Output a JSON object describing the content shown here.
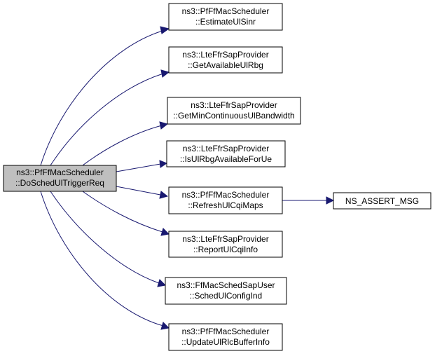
{
  "graph": {
    "edge_color": "#191970",
    "root_fill": "#bfbfbf",
    "root": {
      "id": "root",
      "lines": [
        "ns3::PfFfMacScheduler",
        "::DoSchedUlTriggerReq"
      ]
    },
    "nodes": [
      {
        "id": "estimate",
        "lines": [
          "ns3::PfFfMacScheduler",
          "::EstimateUlSinr"
        ]
      },
      {
        "id": "getavail",
        "lines": [
          "ns3::LteFfrSapProvider",
          "::GetAvailableUlRbg"
        ]
      },
      {
        "id": "getmin",
        "lines": [
          "ns3::LteFfrSapProvider",
          "::GetMinContinuousUlBandwidth"
        ]
      },
      {
        "id": "isul",
        "lines": [
          "ns3::LteFfrSapProvider",
          "::IsUlRbgAvailableForUe"
        ]
      },
      {
        "id": "refresh",
        "lines": [
          "ns3::PfFfMacScheduler",
          "::RefreshUlCqiMaps"
        ]
      },
      {
        "id": "report",
        "lines": [
          "ns3::LteFfrSapProvider",
          "::ReportUlCqiInfo"
        ]
      },
      {
        "id": "sched",
        "lines": [
          "ns3::FfMacSchedSapUser",
          "::SchedUlConfigInd"
        ]
      },
      {
        "id": "update",
        "lines": [
          "ns3::PfFfMacScheduler",
          "::UpdateUlRlcBufferInfo"
        ]
      },
      {
        "id": "assert",
        "lines": [
          "NS_ASSERT_MSG"
        ]
      }
    ],
    "edges": [
      {
        "from": "root",
        "to": "estimate"
      },
      {
        "from": "root",
        "to": "getavail"
      },
      {
        "from": "root",
        "to": "getmin"
      },
      {
        "from": "root",
        "to": "isul"
      },
      {
        "from": "root",
        "to": "refresh"
      },
      {
        "from": "root",
        "to": "report"
      },
      {
        "from": "root",
        "to": "sched"
      },
      {
        "from": "root",
        "to": "update"
      },
      {
        "from": "refresh",
        "to": "assert"
      }
    ]
  }
}
